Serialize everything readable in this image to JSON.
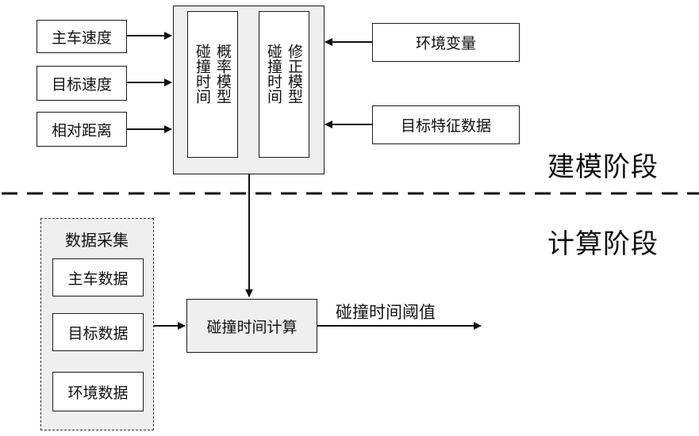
{
  "modeling": {
    "inputs_left": [
      "主车速度",
      "目标速度",
      "相对距离"
    ],
    "inputs_right": [
      "环境变量",
      "目标特征数据"
    ],
    "prob_model": {
      "col_right": "概率模型",
      "col_left": "碰撞时间"
    },
    "corr_model": {
      "col_right": "修正模型",
      "col_left": "碰撞时间"
    },
    "stage_label": "建模阶段"
  },
  "computing": {
    "stage_label": "计算阶段",
    "data_group": {
      "title": "数据采集",
      "items": [
        "主车数据",
        "目标数据",
        "环境数据"
      ]
    },
    "calc_box": "碰撞时间计算",
    "output_label": "碰撞时间阈值"
  },
  "colors": {
    "line": "#111111",
    "fill_gray": "#efefef",
    "divider": "#111111"
  }
}
